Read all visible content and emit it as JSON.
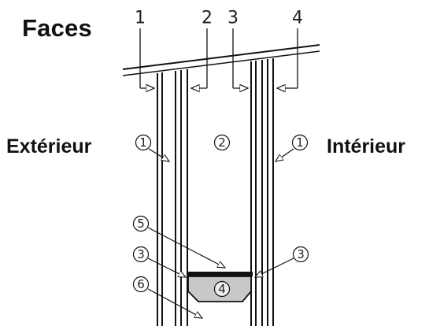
{
  "title": "Faces",
  "labels": {
    "exterior": "Extérieur",
    "interior": "Intérieur"
  },
  "faces": [
    "1",
    "2",
    "3",
    "4"
  ],
  "callouts": {
    "glass_left": "1",
    "cavity": "2",
    "glass_right": "1",
    "spacer_label": "5",
    "sealant_left": "3",
    "sealant_right": "3",
    "spacer": "4",
    "secondary_seal": "6"
  },
  "colors": {
    "line": "#111111",
    "spacer_fill": "#c8c8c8",
    "background": "#ffffff"
  }
}
